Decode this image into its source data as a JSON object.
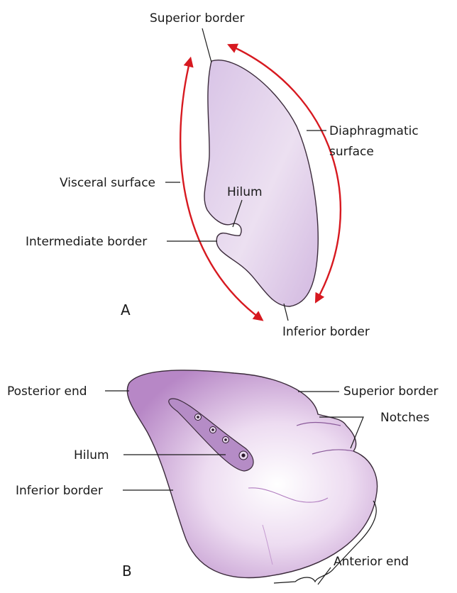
{
  "view_a": {
    "panel_letter": "A",
    "labels": {
      "superior_border": "Superior border",
      "diaphragmatic_surface_line1": "Diaphragmatic",
      "diaphragmatic_surface_line2": "surface",
      "visceral_surface": "Visceral surface",
      "hilum": "Hilum",
      "intermediate_border": "Intermediate border",
      "inferior_border": "Inferior border"
    }
  },
  "view_b": {
    "panel_letter": "B",
    "labels": {
      "posterior_end": "Posterior end",
      "superior_border": "Superior border",
      "notches": "Notches",
      "hilum": "Hilum",
      "inferior_border": "Inferior border",
      "anterior_end": "Anterior end"
    }
  },
  "colors": {
    "organ_fill_light": "#efe2f2",
    "organ_fill_mid": "#d9bfe3",
    "organ_fill_dark": "#b98cc8",
    "arrow_red": "#d71920",
    "line": "#1a1a1a"
  }
}
